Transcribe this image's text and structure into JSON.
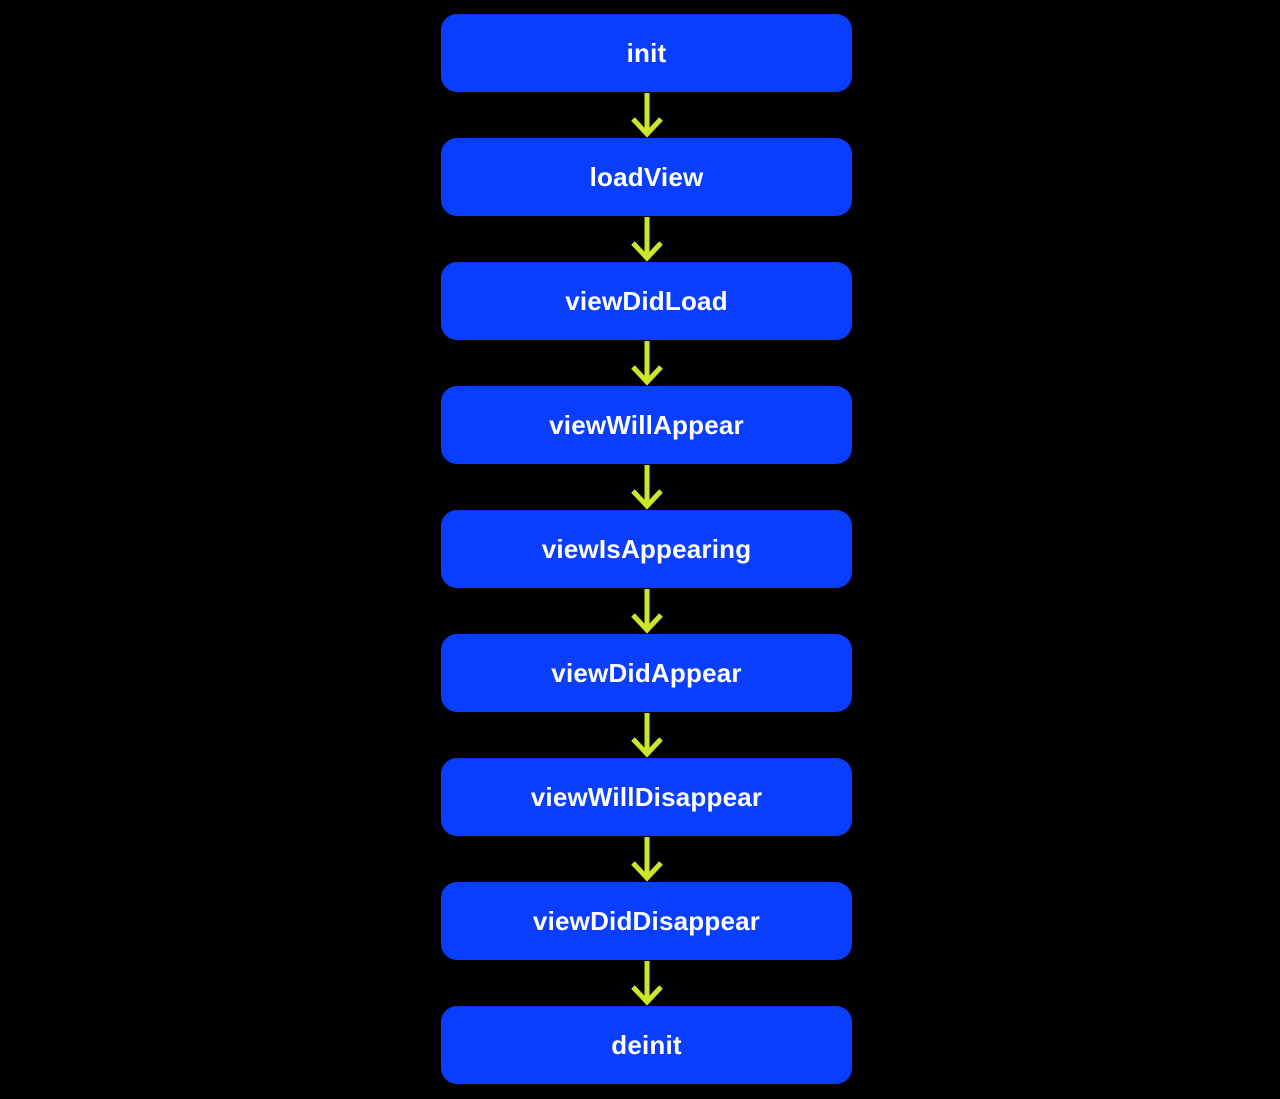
{
  "page": {
    "background_color": "#000000"
  },
  "flowchart": {
    "node_fill_color": "#0A3EFE",
    "node_text_color": "#FFFFFF",
    "arrow_color": "#CDE62D",
    "nodes": [
      {
        "label": "init"
      },
      {
        "label": "loadView"
      },
      {
        "label": "viewDidLoad"
      },
      {
        "label": "viewWillAppear"
      },
      {
        "label": "viewIsAppearing"
      },
      {
        "label": "viewDidAppear"
      },
      {
        "label": "viewWillDisappear"
      },
      {
        "label": "viewDidDisappear"
      },
      {
        "label": "deinit"
      }
    ],
    "arrow_icon": "arrow-down"
  }
}
